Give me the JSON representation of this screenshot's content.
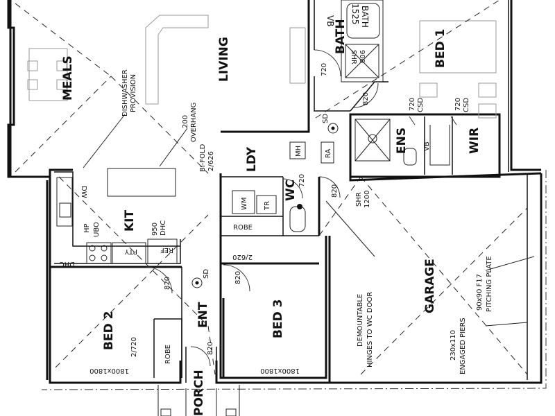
{
  "rooms": {
    "meals": "MEALS",
    "living": "LIVING",
    "bath": "BATH",
    "bed1": "BED 1",
    "kit": "KIT",
    "ldy": "LDY",
    "wc": "WC",
    "ens": "ENS",
    "wir": "WIR",
    "bed2": "BED 2",
    "bed3": "BED 3",
    "ent": "ENT",
    "garage": "GARAGE",
    "porch": "PORCH"
  },
  "labels": {
    "dishwasher_1": "DISHWASHER",
    "dishwasher_2": "PROVISION",
    "overhang_1": "200",
    "overhang_2": "OVERHANG",
    "bifold_1": "BI-FOLD",
    "bifold_2": "2/626",
    "vb_bath": "VB",
    "bath_1525": "1525",
    "bath_word": "BATH",
    "shr_900_1": "SHR",
    "shr_900_2": "900",
    "door_720_bath": "720",
    "door_820_bath": "820",
    "csd_a_1": "720",
    "csd_a_2": "CSD",
    "csd_b_1": "720",
    "csd_b_2": "CSD",
    "sd_1": "SD",
    "mh": "MH",
    "ra": "RA",
    "vb_ens": "VB",
    "dw": "DW",
    "wm": "WM",
    "tr": "TR",
    "door_720_wc": "720",
    "door_820_wc": "820",
    "shr_1200_1": "SHR",
    "shr_1200_2": "1200",
    "hp": "HP",
    "ubo": "UBO",
    "dhc_1": "DHC",
    "dhc_950": "950",
    "dhc_2": "DHC",
    "pty": "PTY",
    "ref": "REF",
    "robe_ldy": "ROBE",
    "robe_2620": "2/620",
    "door_820_bed2": "820",
    "door_820_bed3": "820",
    "sd_2": "SD",
    "demountable_1": "DEMOUNTABLE",
    "demountable_2": "HINGES TO WC DOOR",
    "piers_1": "230x110",
    "piers_2": "ENGAGED PIERS",
    "plate_1": "90x90 F17",
    "plate_2": "PITCHING PLATE",
    "bed2_robe": "ROBE",
    "bed2_door": "2/720",
    "bed2_size": "1800x1800",
    "bed3_size": "1800x1800",
    "door_820_ent": "820"
  }
}
